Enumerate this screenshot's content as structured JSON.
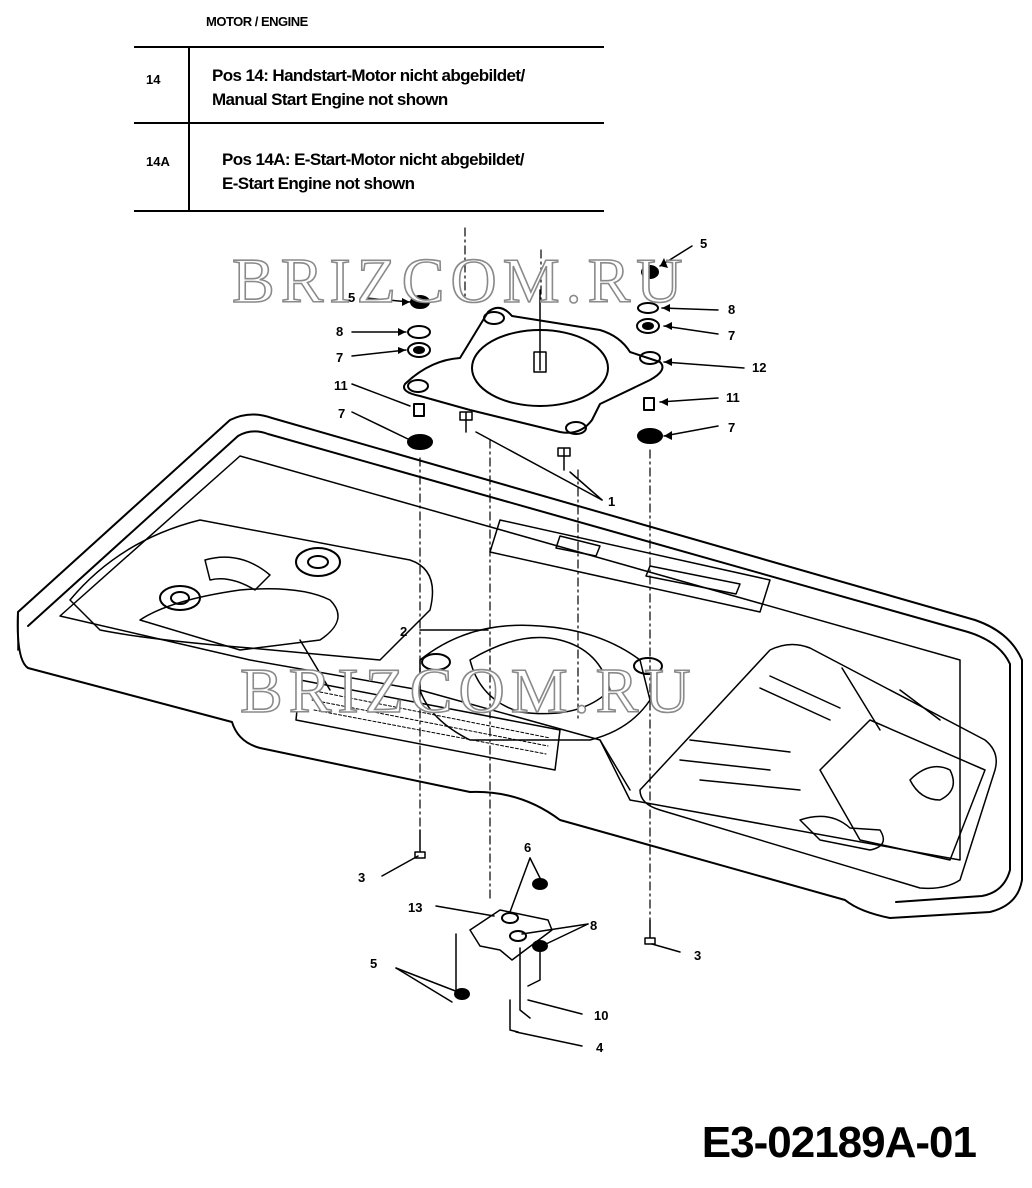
{
  "header": {
    "section_title": "MOTOR / ENGINE"
  },
  "legend": [
    {
      "code": "14",
      "lines": [
        "Pos 14: Handstart-Motor nicht abgebildet/",
        "Manual Start Engine not shown"
      ]
    },
    {
      "code": "14A",
      "lines": [
        "Pos 14A: E-Start-Motor nicht abgebildet/",
        "E-Start Engine not shown"
      ]
    }
  ],
  "watermark": {
    "text": "BRIZCOM.RU"
  },
  "callouts": [
    "5",
    "5",
    "8",
    "8",
    "7",
    "7",
    "12",
    "11",
    "11",
    "7",
    "7",
    "1",
    "2",
    "3",
    "3",
    "6",
    "13",
    "8",
    "5",
    "10",
    "4"
  ],
  "footer": {
    "document_id": "E3-02189A-01"
  },
  "colors": {
    "line": "#000000",
    "watermark_outline": "#8a8a8a"
  }
}
